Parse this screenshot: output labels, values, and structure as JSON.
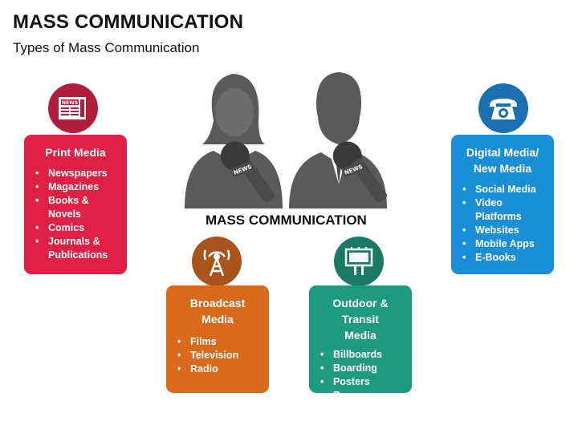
{
  "header": {
    "title": "MASS COMMUNICATION",
    "subtitle": "Types of Mass Communication"
  },
  "center_label": "MASS COMMUNICATION",
  "mic_label": "NEWS",
  "icon_labels": {
    "newspaper": "NEWS"
  },
  "categories": [
    {
      "id": "print",
      "title": "Print Media",
      "icon": "newspaper-icon",
      "color": "#e01f45",
      "items": [
        "Newspapers",
        "Magazines",
        "Books & Novels",
        "Comics",
        "Journals & Publications"
      ]
    },
    {
      "id": "digital",
      "title": "Digital Media/ New Media",
      "icon": "telephone-icon",
      "color": "#1a8fd8",
      "items": [
        "Social Media",
        "Video Platforms",
        "Websites",
        "Mobile Apps",
        "E-Books"
      ]
    },
    {
      "id": "broadcast",
      "title": "Broadcast Media",
      "icon": "broadcast-tower-icon",
      "color": "#d96a1c",
      "items": [
        "Films",
        "Television",
        "Radio"
      ]
    },
    {
      "id": "outdoor",
      "title": "Outdoor & Transit Media",
      "icon": "billboard-icon",
      "color": "#1e9a7f",
      "items": [
        "Billboards",
        "Boarding",
        "Posters",
        "Banners"
      ]
    }
  ],
  "icon_circle_colors": {
    "print": "#b01e3c",
    "digital": "#1a6fb0",
    "broadcast": "#a9541a",
    "outdoor": "#1b7a66"
  },
  "figure_color": "#5a5a5a"
}
